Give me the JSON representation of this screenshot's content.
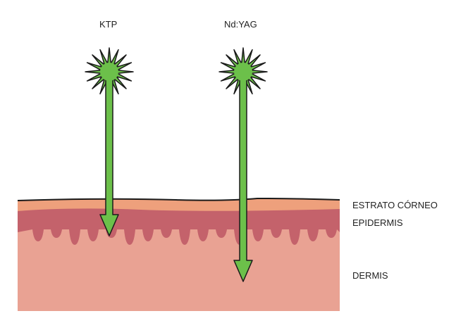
{
  "lasers": [
    {
      "label": "KTP"
    },
    {
      "label": "Nd:YAG"
    }
  ],
  "layers": [
    {
      "label": "ESTRATO CÓRNEO"
    },
    {
      "label": "EPIDERMIS"
    },
    {
      "label": "DERMIS"
    }
  ],
  "colors": {
    "corneum": "#eea07c",
    "epidermis": "#c4626b",
    "dermis": "#e9a293",
    "laser": "#6cc04a",
    "outline": "#1a1a1a"
  }
}
